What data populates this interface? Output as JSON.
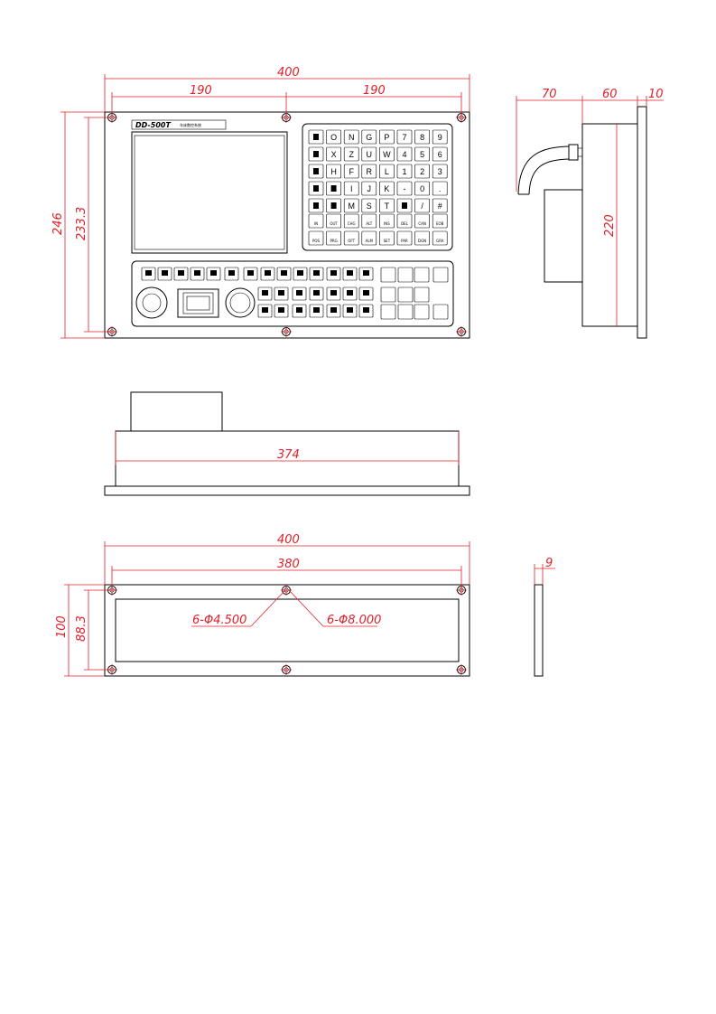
{
  "panel": {
    "model": "DD-500T",
    "subtitle": "车床数控系统"
  },
  "keypad": {
    "rows": [
      [
        "",
        "O",
        "N",
        "G",
        "P",
        "7",
        "8",
        "9"
      ],
      [
        "",
        "X",
        "Z",
        "U",
        "W",
        "4",
        "5",
        "6"
      ],
      [
        "",
        "H",
        "F",
        "R",
        "L",
        "1",
        "2",
        "3"
      ],
      [
        "",
        "",
        "I",
        "J",
        "K",
        "-",
        "0",
        "."
      ],
      [
        "",
        "",
        "M",
        "S",
        "T",
        "",
        "/",
        "#"
      ]
    ],
    "function_keys": [
      "IN",
      "OUT",
      "CHG",
      "ALT",
      "INS",
      "DEL",
      "CAN",
      "EOB"
    ],
    "page_keys": [
      "POS",
      "PRG",
      "OFT",
      "ALM",
      "SET",
      "PAR",
      "DGN",
      "GRA"
    ]
  },
  "dimensions": {
    "front": {
      "overall_width": "400",
      "half_left": "190",
      "half_right": "190",
      "overall_height": "246",
      "hole_pitch_height": "233.3"
    },
    "side": {
      "depth_rear": "70",
      "depth_box": "60",
      "plate_thickness": "10",
      "body_height": "220"
    },
    "top": {
      "body_width": "374"
    },
    "cutout": {
      "overall_width": "400",
      "hole_pitch_width": "380",
      "overall_height": "100",
      "hole_pitch_height": "88.3",
      "small_hole_callout": "6-Φ4.500",
      "large_hole_callout": "6-Φ8.000"
    },
    "plate_side": {
      "thickness": "9"
    }
  }
}
